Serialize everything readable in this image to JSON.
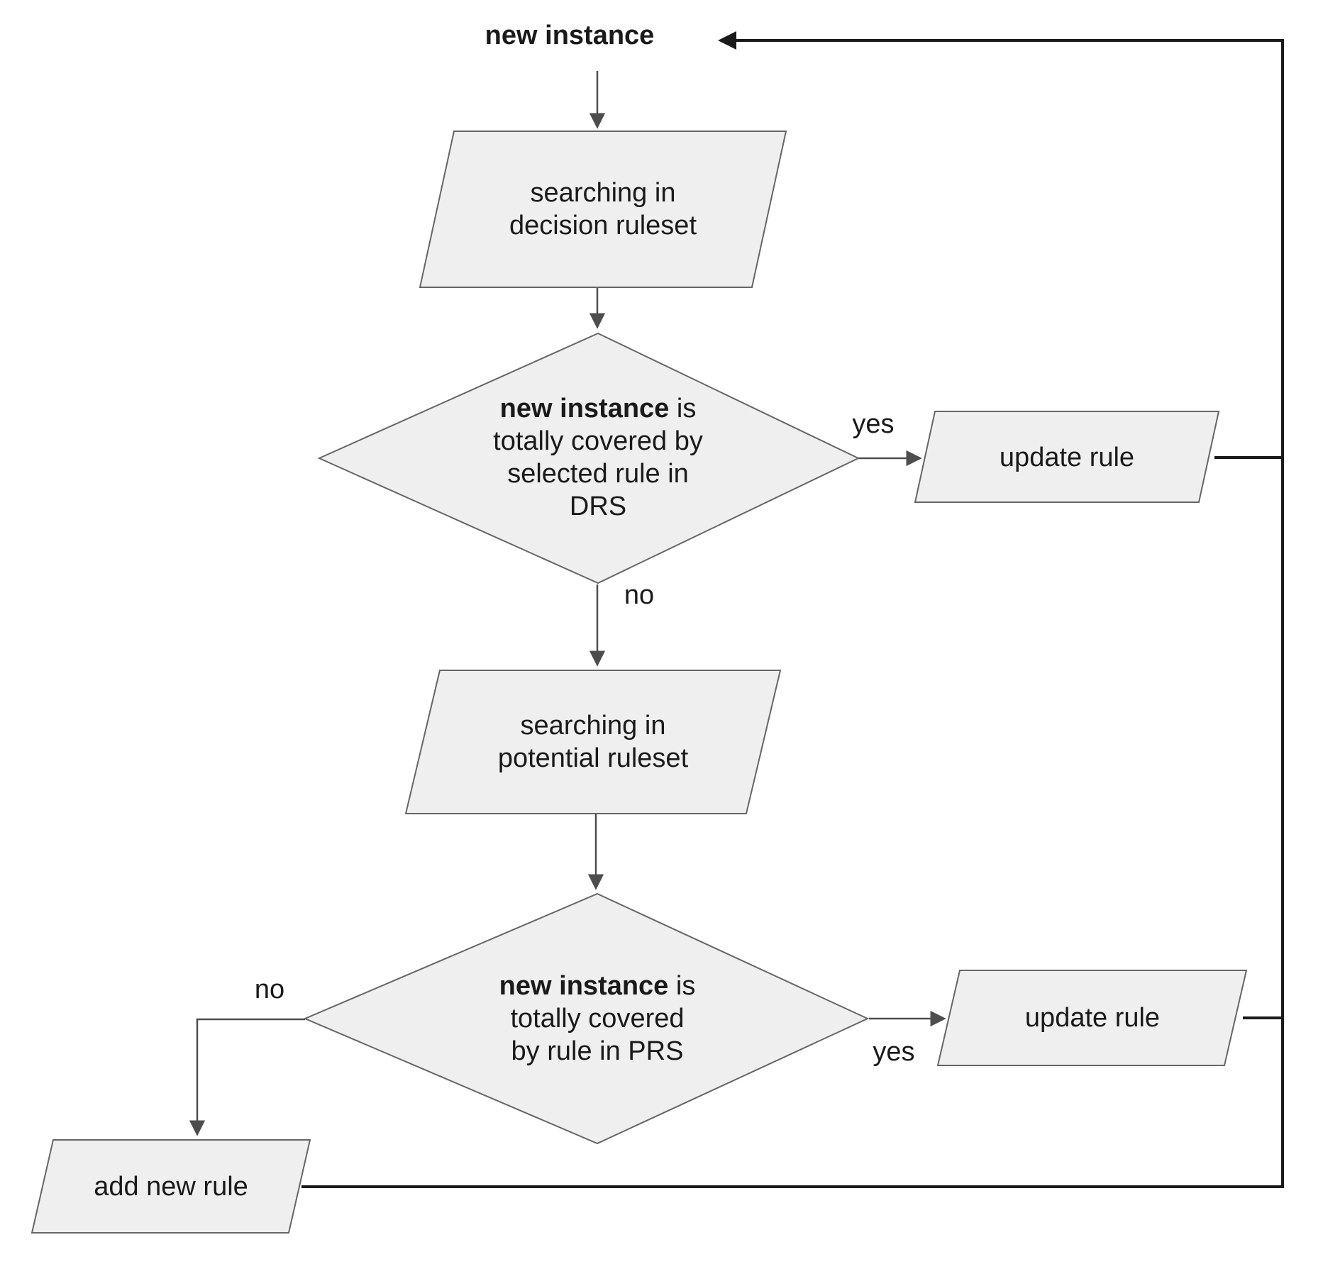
{
  "start_label": "new instance",
  "nodes": {
    "search_drs": {
      "line1": "searching in",
      "line2": "decision ruleset"
    },
    "covered_drs": {
      "bold": "new instance",
      "rest": " is",
      "line2": "totally covered by",
      "line3": "selected rule in",
      "line4": "DRS"
    },
    "update_rule_drs": {
      "label": "update rule"
    },
    "search_prs": {
      "line1": "searching in",
      "line2": "potential ruleset"
    },
    "covered_prs": {
      "bold": "new instance",
      "rest": " is",
      "line2": "totally covered",
      "line3": "by rule in PRS"
    },
    "update_rule_prs": {
      "label": "update rule"
    },
    "add_new_rule": {
      "label": "add new rule"
    }
  },
  "edge_labels": {
    "covered_drs_yes": "yes",
    "covered_drs_no": "no",
    "covered_prs_yes": "yes",
    "covered_prs_no": "no"
  },
  "colors": {
    "shape_fill": "#efefef",
    "shape_border": "#666666",
    "connector": "#4d4d4d",
    "loop_line": "#1a1a1a",
    "text": "#1a1a1a",
    "background": "#ffffff"
  }
}
